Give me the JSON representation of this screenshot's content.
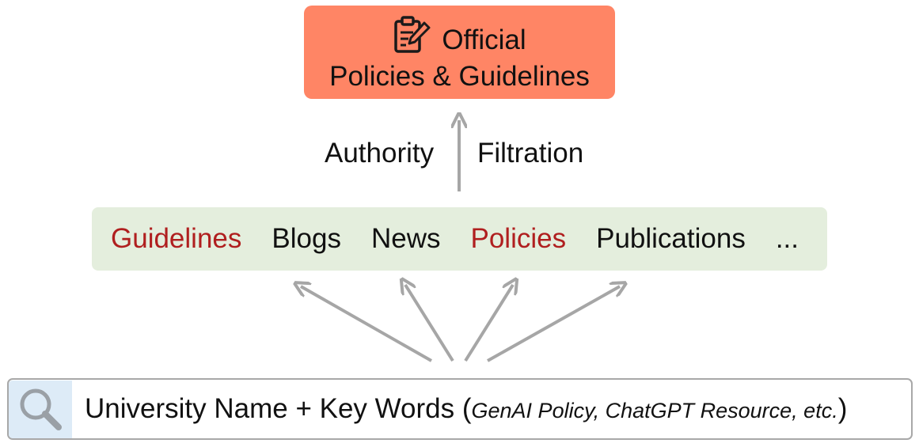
{
  "top_box": {
    "line1": "Official",
    "line2": "Policies & Guidelines",
    "icon": "clipboard-edit-icon",
    "color": "#FF8565"
  },
  "filter": {
    "left_label": "Authority",
    "right_label": "Filtration"
  },
  "categories": [
    {
      "label": "Guidelines",
      "highlight": true
    },
    {
      "label": "Blogs",
      "highlight": false
    },
    {
      "label": "News",
      "highlight": false
    },
    {
      "label": "Policies",
      "highlight": true
    },
    {
      "label": "Publications",
      "highlight": false
    },
    {
      "label": "...",
      "highlight": false
    }
  ],
  "search": {
    "icon": "search-icon",
    "query_main": "University Name + Key Words ",
    "paren_open": "(",
    "query_examples": "GenAI Policy, ChatGPT Resource, etc.",
    "paren_close": ")"
  },
  "colors": {
    "highlight_text": "#B01F1F",
    "category_bg": "#E4EEDD",
    "search_icon_bg": "#DDEBF7",
    "arrow": "#A6A6A6"
  }
}
